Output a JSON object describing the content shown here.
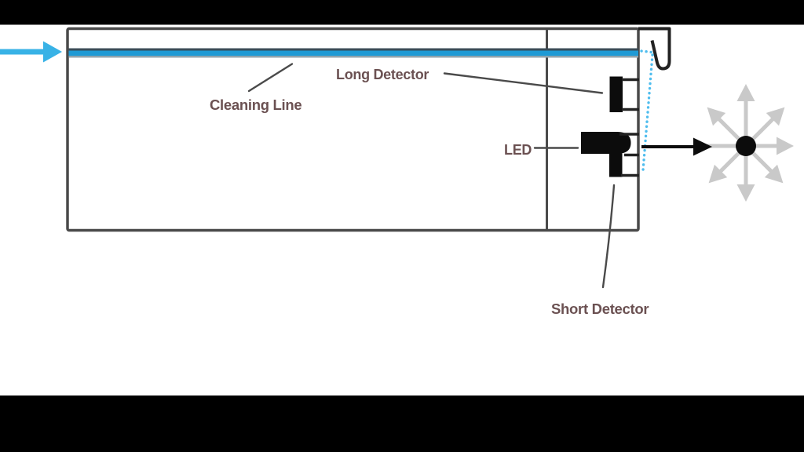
{
  "diagram": {
    "description": "Ink cartridge cleaning-line and ink-end sensor cutaway diagram",
    "labels": {
      "cleaning_line": "Cleaning Line",
      "long_detector": "Long Detector",
      "led": "LED",
      "short_detector": "Short Detector"
    },
    "icons": {
      "inlet_arrow": "ink-inlet-arrow (solid blue right-pointing arrow)",
      "ink_path": "dotted-ink-path (light blue dotted trickle line)",
      "emission_arrow": "led-emission-arrow (black right-pointing arrow)",
      "scatter_burst": "light-scatter-burst (black dot with 7 gray radiating arrows)"
    }
  },
  "colors": {
    "background": "#ffffff",
    "letterbox_black": "#000000",
    "outline_gray": "#4a4a4a",
    "line_dark": "#222222",
    "component_black": "#0c0c0c",
    "ink_blue": "#1e9ad5",
    "ink_stripe_top_edge": "#3a4c58",
    "ink_stripe_bottom_edge": "#8fa3ad",
    "ink_dot_blue": "#4fbdee",
    "inlet_arrow_blue": "#38b2e6",
    "label_brown": "#6b5152",
    "scatter_gray": "#c9c9c9",
    "leader_gray": "#4a4a4a"
  }
}
